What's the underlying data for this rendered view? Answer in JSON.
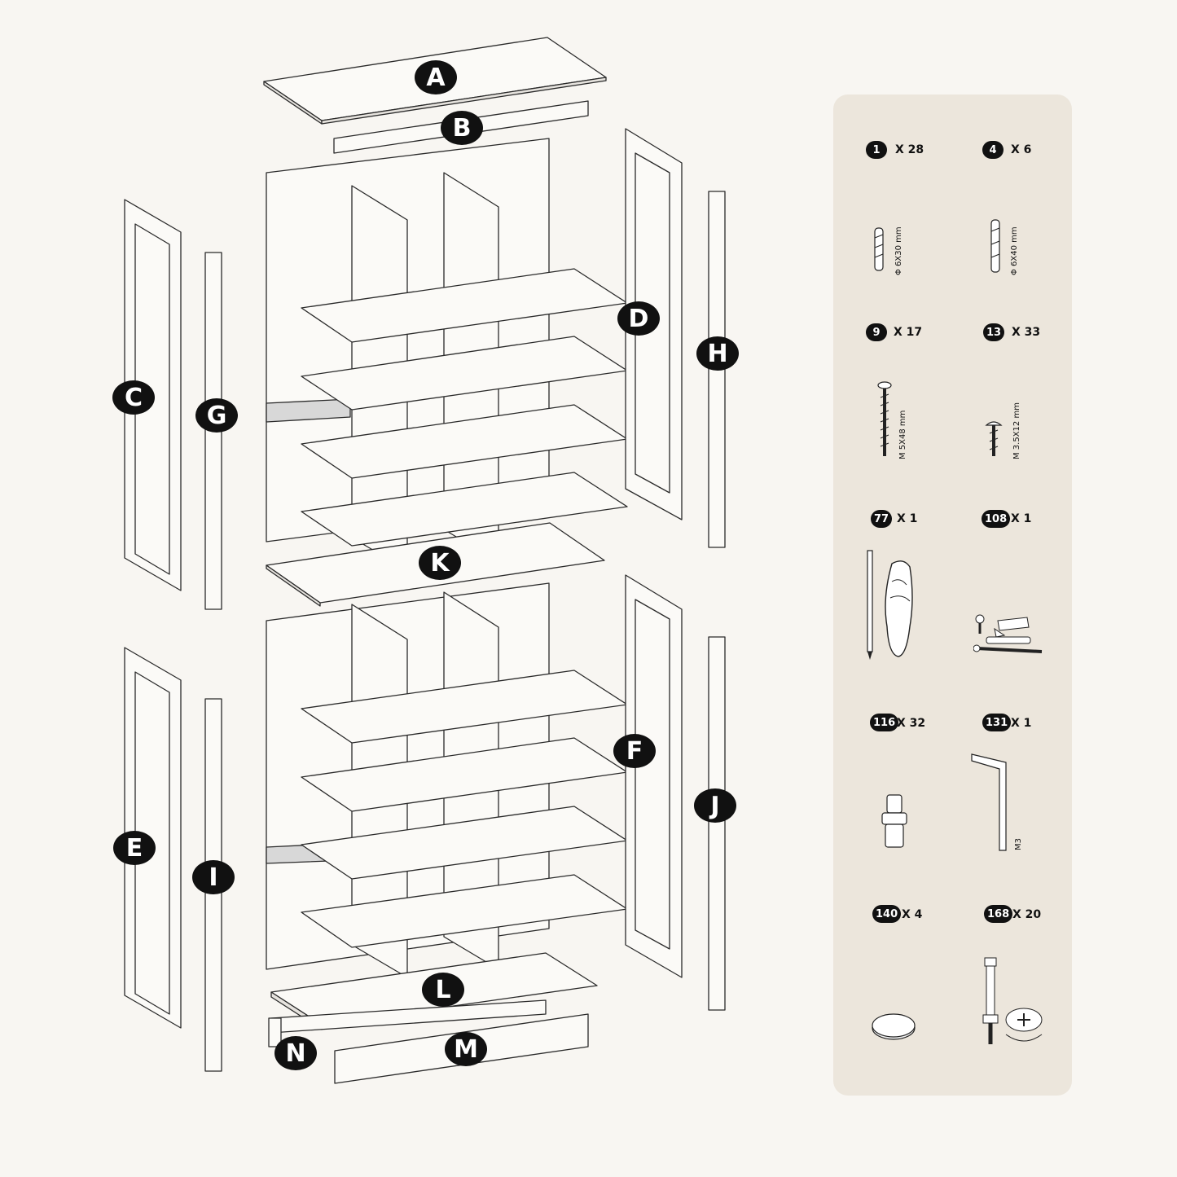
{
  "parts": {
    "A": "A",
    "B": "B",
    "C": "C",
    "D": "D",
    "E": "E",
    "F": "F",
    "G": "G",
    "H": "H",
    "I": "I",
    "J": "J",
    "K": "K",
    "L": "L",
    "M": "M",
    "N": "N"
  },
  "hardware": [
    {
      "id": "1",
      "qty": "X 28",
      "spec": "Φ 6X30 mm"
    },
    {
      "id": "4",
      "qty": "X 6",
      "spec": "Φ 6X40 mm"
    },
    {
      "id": "9",
      "qty": "X 17",
      "spec": "M 5X48 mm"
    },
    {
      "id": "13",
      "qty": "X 33",
      "spec": "M 3.5X12 mm"
    },
    {
      "id": "77",
      "qty": "X 1",
      "spec": ""
    },
    {
      "id": "108",
      "qty": "X 1",
      "spec": ""
    },
    {
      "id": "116",
      "qty": "X 32",
      "spec": ""
    },
    {
      "id": "131",
      "qty": "X 1",
      "spec": "M3"
    },
    {
      "id": "140",
      "qty": "X 4",
      "spec": ""
    },
    {
      "id": "168",
      "qty": "X 20",
      "spec": ""
    }
  ],
  "colors": {
    "background": "#f8f6f2",
    "panel": "#ece6dc",
    "line": "#2a2a2a",
    "badge": "#111111"
  }
}
